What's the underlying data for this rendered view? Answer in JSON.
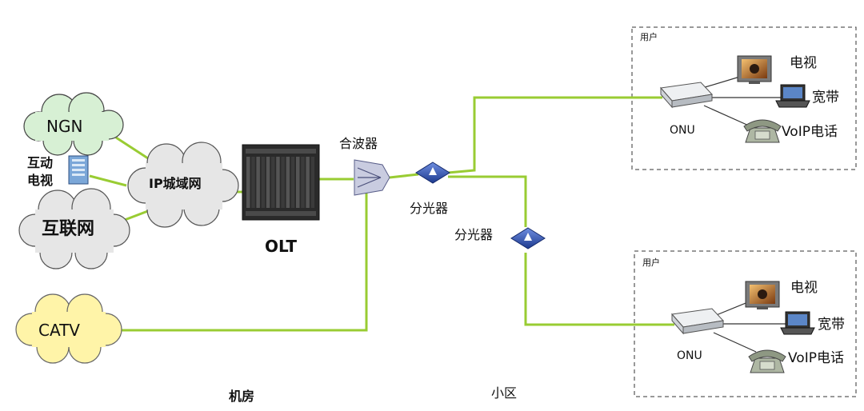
{
  "colors": {
    "link": "#99cc33",
    "cloud_fill": "#e6e6e6",
    "ngn_fill": "#d7f0d4",
    "catv_fill": "#fff4a8",
    "splitter": "#2f4fa8",
    "olt": "#2a2a2a",
    "box_border": "#333333"
  },
  "clouds": {
    "ngn": "NGN",
    "ip": "IP城域网",
    "internet": "互联网",
    "catv": "CATV"
  },
  "iptv": {
    "line1": "互动",
    "line2": "电视",
    "icon": "server-icon"
  },
  "olt": {
    "label": "OLT",
    "icon": "olt-chassis-icon"
  },
  "combiner": {
    "label": "合波器",
    "icon": "combiner-icon"
  },
  "splitters": [
    {
      "label": "分光器",
      "icon": "splitter-icon"
    },
    {
      "label": "分光器",
      "icon": "splitter-icon"
    }
  ],
  "zones": {
    "machine_room": "机房",
    "community": "小区"
  },
  "user_groups": [
    {
      "title": "用户",
      "onu": "ONU",
      "devices": [
        {
          "label": "电视",
          "icon": "tv-icon"
        },
        {
          "label": "宽带",
          "icon": "laptop-icon"
        },
        {
          "label": "VoIP电话",
          "icon": "phone-icon"
        }
      ]
    },
    {
      "title": "用户",
      "onu": "ONU",
      "devices": [
        {
          "label": "电视",
          "icon": "tv-icon"
        },
        {
          "label": "宽带",
          "icon": "laptop-icon"
        },
        {
          "label": "VoIP电话",
          "icon": "phone-icon"
        }
      ]
    }
  ]
}
